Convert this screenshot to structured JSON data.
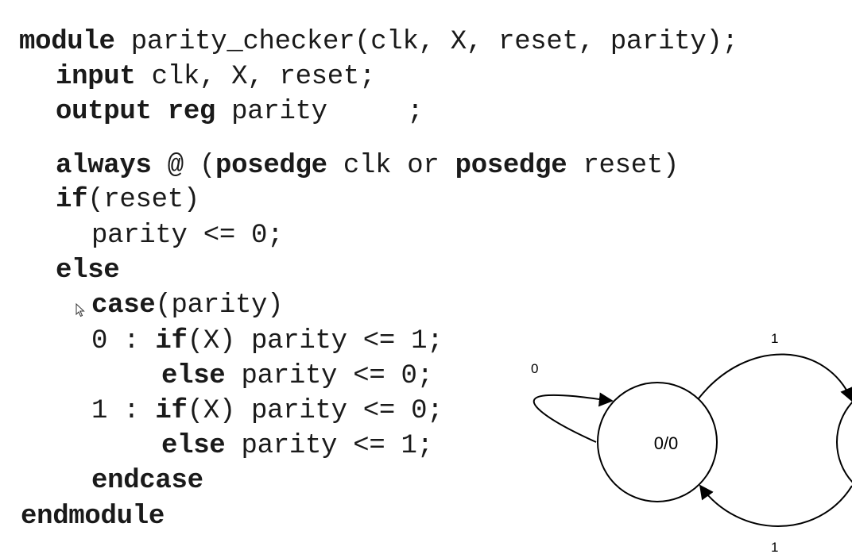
{
  "code": {
    "lines": [
      {
        "id": "module-decl",
        "parts": [
          {
            "t": "module",
            "kw": true
          },
          {
            "t": " parity_checker(clk, X, reset, parity);",
            "kw": false
          }
        ]
      },
      {
        "id": "input-decl",
        "parts": [
          {
            "t": "input",
            "kw": true
          },
          {
            "t": " clk, X, reset;",
            "kw": false
          }
        ]
      },
      {
        "id": "output-decl",
        "parts": [
          {
            "t": "output reg",
            "kw": true
          },
          {
            "t": " parity",
            "kw": false
          },
          {
            "t": "     ;",
            "kw": false
          }
        ]
      },
      {
        "id": "always-stmt",
        "parts": [
          {
            "t": "always",
            "kw": true
          },
          {
            "t": " @ (",
            "kw": false
          },
          {
            "t": "posedge",
            "kw": true
          },
          {
            "t": " clk or ",
            "kw": false
          },
          {
            "t": "posedge",
            "kw": true
          },
          {
            "t": " reset)",
            "kw": false
          }
        ]
      },
      {
        "id": "if-reset",
        "parts": [
          {
            "t": "if",
            "kw": true
          },
          {
            "t": "(reset)",
            "kw": false
          }
        ]
      },
      {
        "id": "parity-reset",
        "parts": [
          {
            "t": "parity <= 0;",
            "kw": false
          }
        ]
      },
      {
        "id": "else-stmt",
        "parts": [
          {
            "t": "else",
            "kw": true
          }
        ]
      },
      {
        "id": "case-stmt",
        "parts": [
          {
            "t": "case",
            "kw": true
          },
          {
            "t": "(parity)",
            "kw": false
          }
        ]
      },
      {
        "id": "case-0-if",
        "parts": [
          {
            "t": "0 : ",
            "kw": false
          },
          {
            "t": "if",
            "kw": true
          },
          {
            "t": "(X) parity <= 1;",
            "kw": false
          }
        ]
      },
      {
        "id": "case-0-else",
        "parts": [
          {
            "t": "else",
            "kw": true
          },
          {
            "t": " parity <= 0;",
            "kw": false
          }
        ]
      },
      {
        "id": "case-1-if",
        "parts": [
          {
            "t": "1 : ",
            "kw": false
          },
          {
            "t": "if",
            "kw": true
          },
          {
            "t": "(X) parity <= 0;",
            "kw": false
          }
        ]
      },
      {
        "id": "case-1-else",
        "parts": [
          {
            "t": "else",
            "kw": true
          },
          {
            "t": " parity <= 1;",
            "kw": false
          }
        ]
      },
      {
        "id": "endcase-stmt",
        "parts": [
          {
            "t": "endcase",
            "kw": true
          }
        ]
      },
      {
        "id": "endmodule-stmt",
        "parts": [
          {
            "t": "endmodule",
            "kw": true
          }
        ]
      }
    ]
  },
  "diagram": {
    "state_label": "0/0",
    "self_loop_label": "0",
    "top_arc_label": "1",
    "bottom_arc_label": "1"
  },
  "colors": {
    "text": "#1a1a1a",
    "stroke": "#000000",
    "background": "#ffffff"
  }
}
